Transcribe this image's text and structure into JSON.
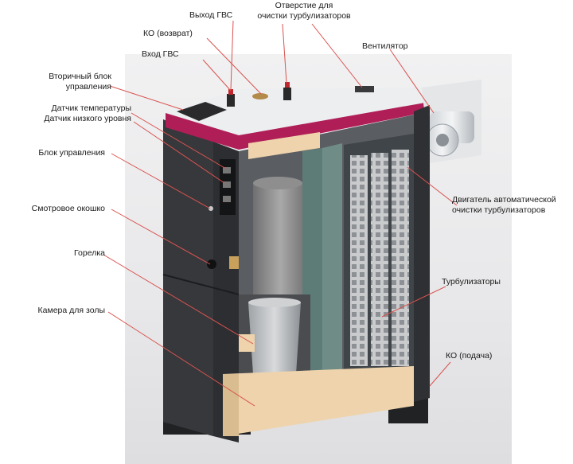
{
  "labels": {
    "vyhod_gvs": "Выход ГВС",
    "otverstie": "Отверстие для\nочистки турбулизаторов",
    "ko_vozvrat": "КО (возврат)",
    "ventilyator": "Вентилятор",
    "vhod_gvs": "Вход ГВС",
    "vtorichny_blok": "Вторичный блок\nуправления",
    "datchik": "Датчик температуры\nДатчик низкого уровня",
    "blok_upravleniya": "Блок управления",
    "dvigatel": "Двигатель автоматической\nочистки турбулизаторов",
    "smotrovoe": "Смотровое окошко",
    "gorelka": "Горелка",
    "turbulizatory": "Турбулизаторы",
    "kamera": "Камера для золы",
    "ko_podacha": "КО (подача)"
  },
  "colors": {
    "leader_line": "#d9534f",
    "accent_magenta": "#b01e57",
    "panel_dark": "#2c2e31",
    "insulation": "#eed3ac",
    "inner_wall": "#5e7c77"
  }
}
